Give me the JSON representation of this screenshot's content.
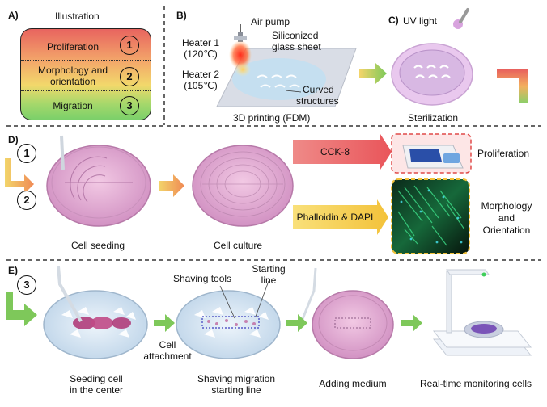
{
  "panel_a": {
    "id": "A)",
    "title": "Illustration",
    "rows": [
      {
        "label": "Proliferation",
        "num": "1"
      },
      {
        "label_line1": "Morphology and",
        "label_line2": "orientation",
        "num": "2"
      },
      {
        "label": "Migration",
        "num": "3"
      }
    ]
  },
  "panel_b": {
    "id": "B)",
    "air_pump": "Air pump",
    "heater1_line1": "Heater 1",
    "heater1_line2": "(120℃)",
    "heater2_line1": "Heater 2",
    "heater2_line2": "(105℃)",
    "glass_line1": "Siliconized",
    "glass_line2": "glass sheet",
    "curved_line1": "Curved",
    "curved_line2": "structures",
    "caption": "3D printing (FDM)"
  },
  "panel_c": {
    "id": "C)",
    "uv": "UV light",
    "caption": "Sterilization"
  },
  "panel_d": {
    "id": "D)",
    "num1": "1",
    "num2": "2",
    "seeding": "Cell seeding",
    "culture": "Cell culture",
    "cck8": "CCK-8",
    "phalloidin": "Phalloidin & DAPI",
    "proliferation": "Proliferation",
    "morph_line1": "Morphology",
    "morph_line2": "and",
    "morph_line3": "Orientation"
  },
  "panel_e": {
    "id": "E)",
    "num3": "3",
    "shaving_tools": "Shaving tools",
    "starting_line1": "Starting",
    "starting_line2": "line",
    "cell_attach1": "Cell",
    "cell_attach2": "attachment",
    "cap1_line1": "Seeding cell",
    "cap1_line2": "in the center",
    "cap2_line1": "Shaving migration",
    "cap2_line2": "starting line",
    "cap3": "Adding medium",
    "cap4": "Real-time monitoring cells"
  },
  "colors": {
    "red": "#e8645f",
    "yellow": "#f7cf4a",
    "green": "#7bd06a",
    "pink_dish": "#e9b6d8",
    "arrow_green": "#7ec85a"
  }
}
